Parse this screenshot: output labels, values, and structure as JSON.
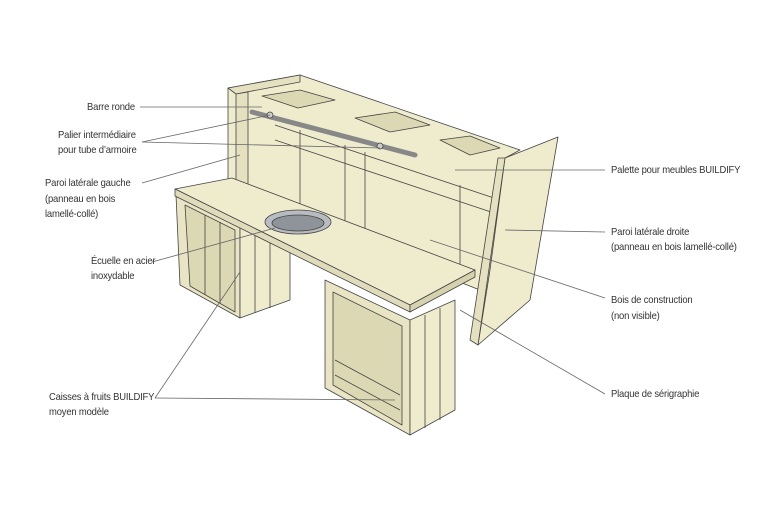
{
  "labels": {
    "barre_ronde": "Barre ronde",
    "palier_1": "Palier intermédiaire",
    "palier_2": "pour tube d’armoire",
    "paroi_gauche_1": "Paroi latérale gauche",
    "paroi_gauche_2": "(panneau en bois",
    "paroi_gauche_3": "lamellé-collé)",
    "ecuelle_1": "Écuelle en acier",
    "ecuelle_2": "inoxydable",
    "caisses_1": "Caisses à fruits BUILDIFY",
    "caisses_2": "moyen modèle",
    "palette": "Palette pour meubles BUILDIFY",
    "paroi_droite_1": "Paroi latérale droite",
    "paroi_droite_2": "(panneau en bois lamellé-collé)",
    "bois_1": "Bois de construction",
    "bois_2": "(non visible)",
    "plaque": "Plaque de sérigraphie"
  },
  "colors": {
    "wood": "#efeccd",
    "wood_dark": "#dcd8b3",
    "line": "#555555",
    "steel": "#b8bcc0"
  }
}
